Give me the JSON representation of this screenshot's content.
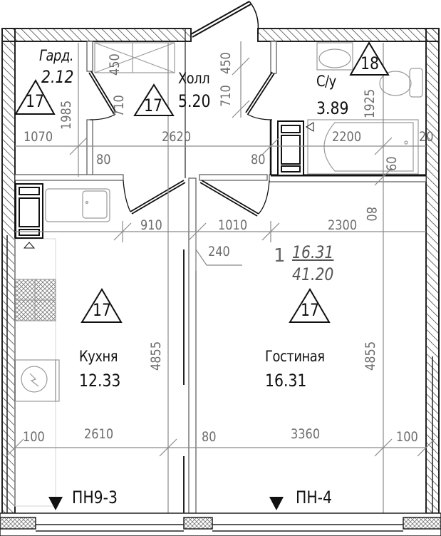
{
  "colors": {
    "wall": "#222222",
    "hatch": "#333333",
    "dimension": "#6e6e6e",
    "fixture": "#9a9a9a",
    "text": "#111111"
  },
  "rooms": [
    {
      "id": "wardrobe",
      "name": "Гард.",
      "area": "2.12",
      "marker": "17",
      "italic": true
    },
    {
      "id": "hall",
      "name": "Холл",
      "area": "5.20",
      "marker": "17",
      "italic": false
    },
    {
      "id": "bathroom",
      "name": "С/у",
      "area": "3.89",
      "marker": "18",
      "italic": false
    },
    {
      "id": "kitchen",
      "name": "Кухня",
      "area": "12.33",
      "marker": "17",
      "italic": false
    },
    {
      "id": "living",
      "name": "Гостиная",
      "area": "16.31",
      "marker": "17",
      "italic": false
    }
  ],
  "summary": {
    "index": "1",
    "living_area": "16.31",
    "total_area": "41.20"
  },
  "dimensions": {
    "top_1070": "1070",
    "top_2620": "2620",
    "top_2200": "2200",
    "top_20": "20",
    "v_1985": "1985",
    "v_450_left": "450",
    "v_710_left": "710",
    "v_450_right": "450",
    "v_710_right": "710",
    "v_1925": "1925",
    "v_60": "60",
    "v_80_right": "80",
    "h_80_left": "80",
    "h_80_mid": "80",
    "mid_910": "910",
    "mid_1010": "1010",
    "mid_2300": "2300",
    "mid_240": "240",
    "v_4855_left": "4855",
    "v_4855_right": "4855",
    "bot_100_left": "100",
    "bot_2610": "2610",
    "bot_80": "80",
    "bot_3360": "3360",
    "bot_100_right": "100"
  },
  "panels": [
    {
      "id": "kitchen-window",
      "label": "ПН9-3"
    },
    {
      "id": "living-window",
      "label": "ПН-4"
    }
  ]
}
